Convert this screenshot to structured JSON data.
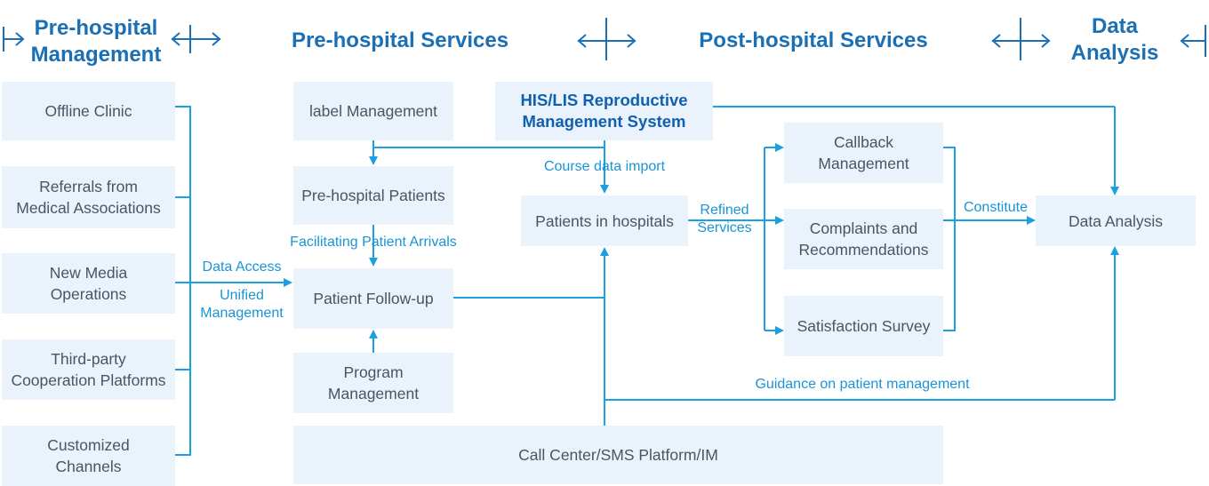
{
  "headers": {
    "pre_hospital_management": "Pre-hospital\nManagement",
    "pre_hospital_services": "Pre-hospital Services",
    "post_hospital_services": "Post-hospital Services",
    "data_analysis": "Data\nAnalysis"
  },
  "sources": {
    "offline_clinic": "Offline Clinic",
    "referrals": "Referrals from\nMedical Associations",
    "new_media": "New Media\nOperations",
    "third_party": "Third-party\nCooperation Platforms",
    "customized": "Customized\nChannels"
  },
  "services": {
    "label_management": "label Management",
    "pre_hospital_patients": "Pre-hospital Patients",
    "patient_follow_up": "Patient Follow-up",
    "program_management": "Program\nManagement",
    "his_lis": "HIS/LIS Reproductive\nManagement System",
    "patients_in_hospitals": "Patients in hospitals",
    "call_center": "Call Center/SMS Platform/IM"
  },
  "post": {
    "callback": "Callback\nManagement",
    "complaints": "Complaints and\nRecommendations",
    "satisfaction": "Satisfaction Survey"
  },
  "analysis": {
    "data_analysis": "Data Analysis"
  },
  "labels": {
    "data_access": "Data Access",
    "unified_management": "Unified\nManagement",
    "facilitating": "Facilitating Patient Arrivals",
    "course_import": "Course data import",
    "refined_services": "Refined\nServices",
    "constitute": "Constitute",
    "guidance": "Guidance on patient management"
  },
  "colors": {
    "accent": "#1ba1e2",
    "header": "#1a6fb5",
    "box_fill": "#eaf2fb",
    "box_text": "#4a5563"
  }
}
